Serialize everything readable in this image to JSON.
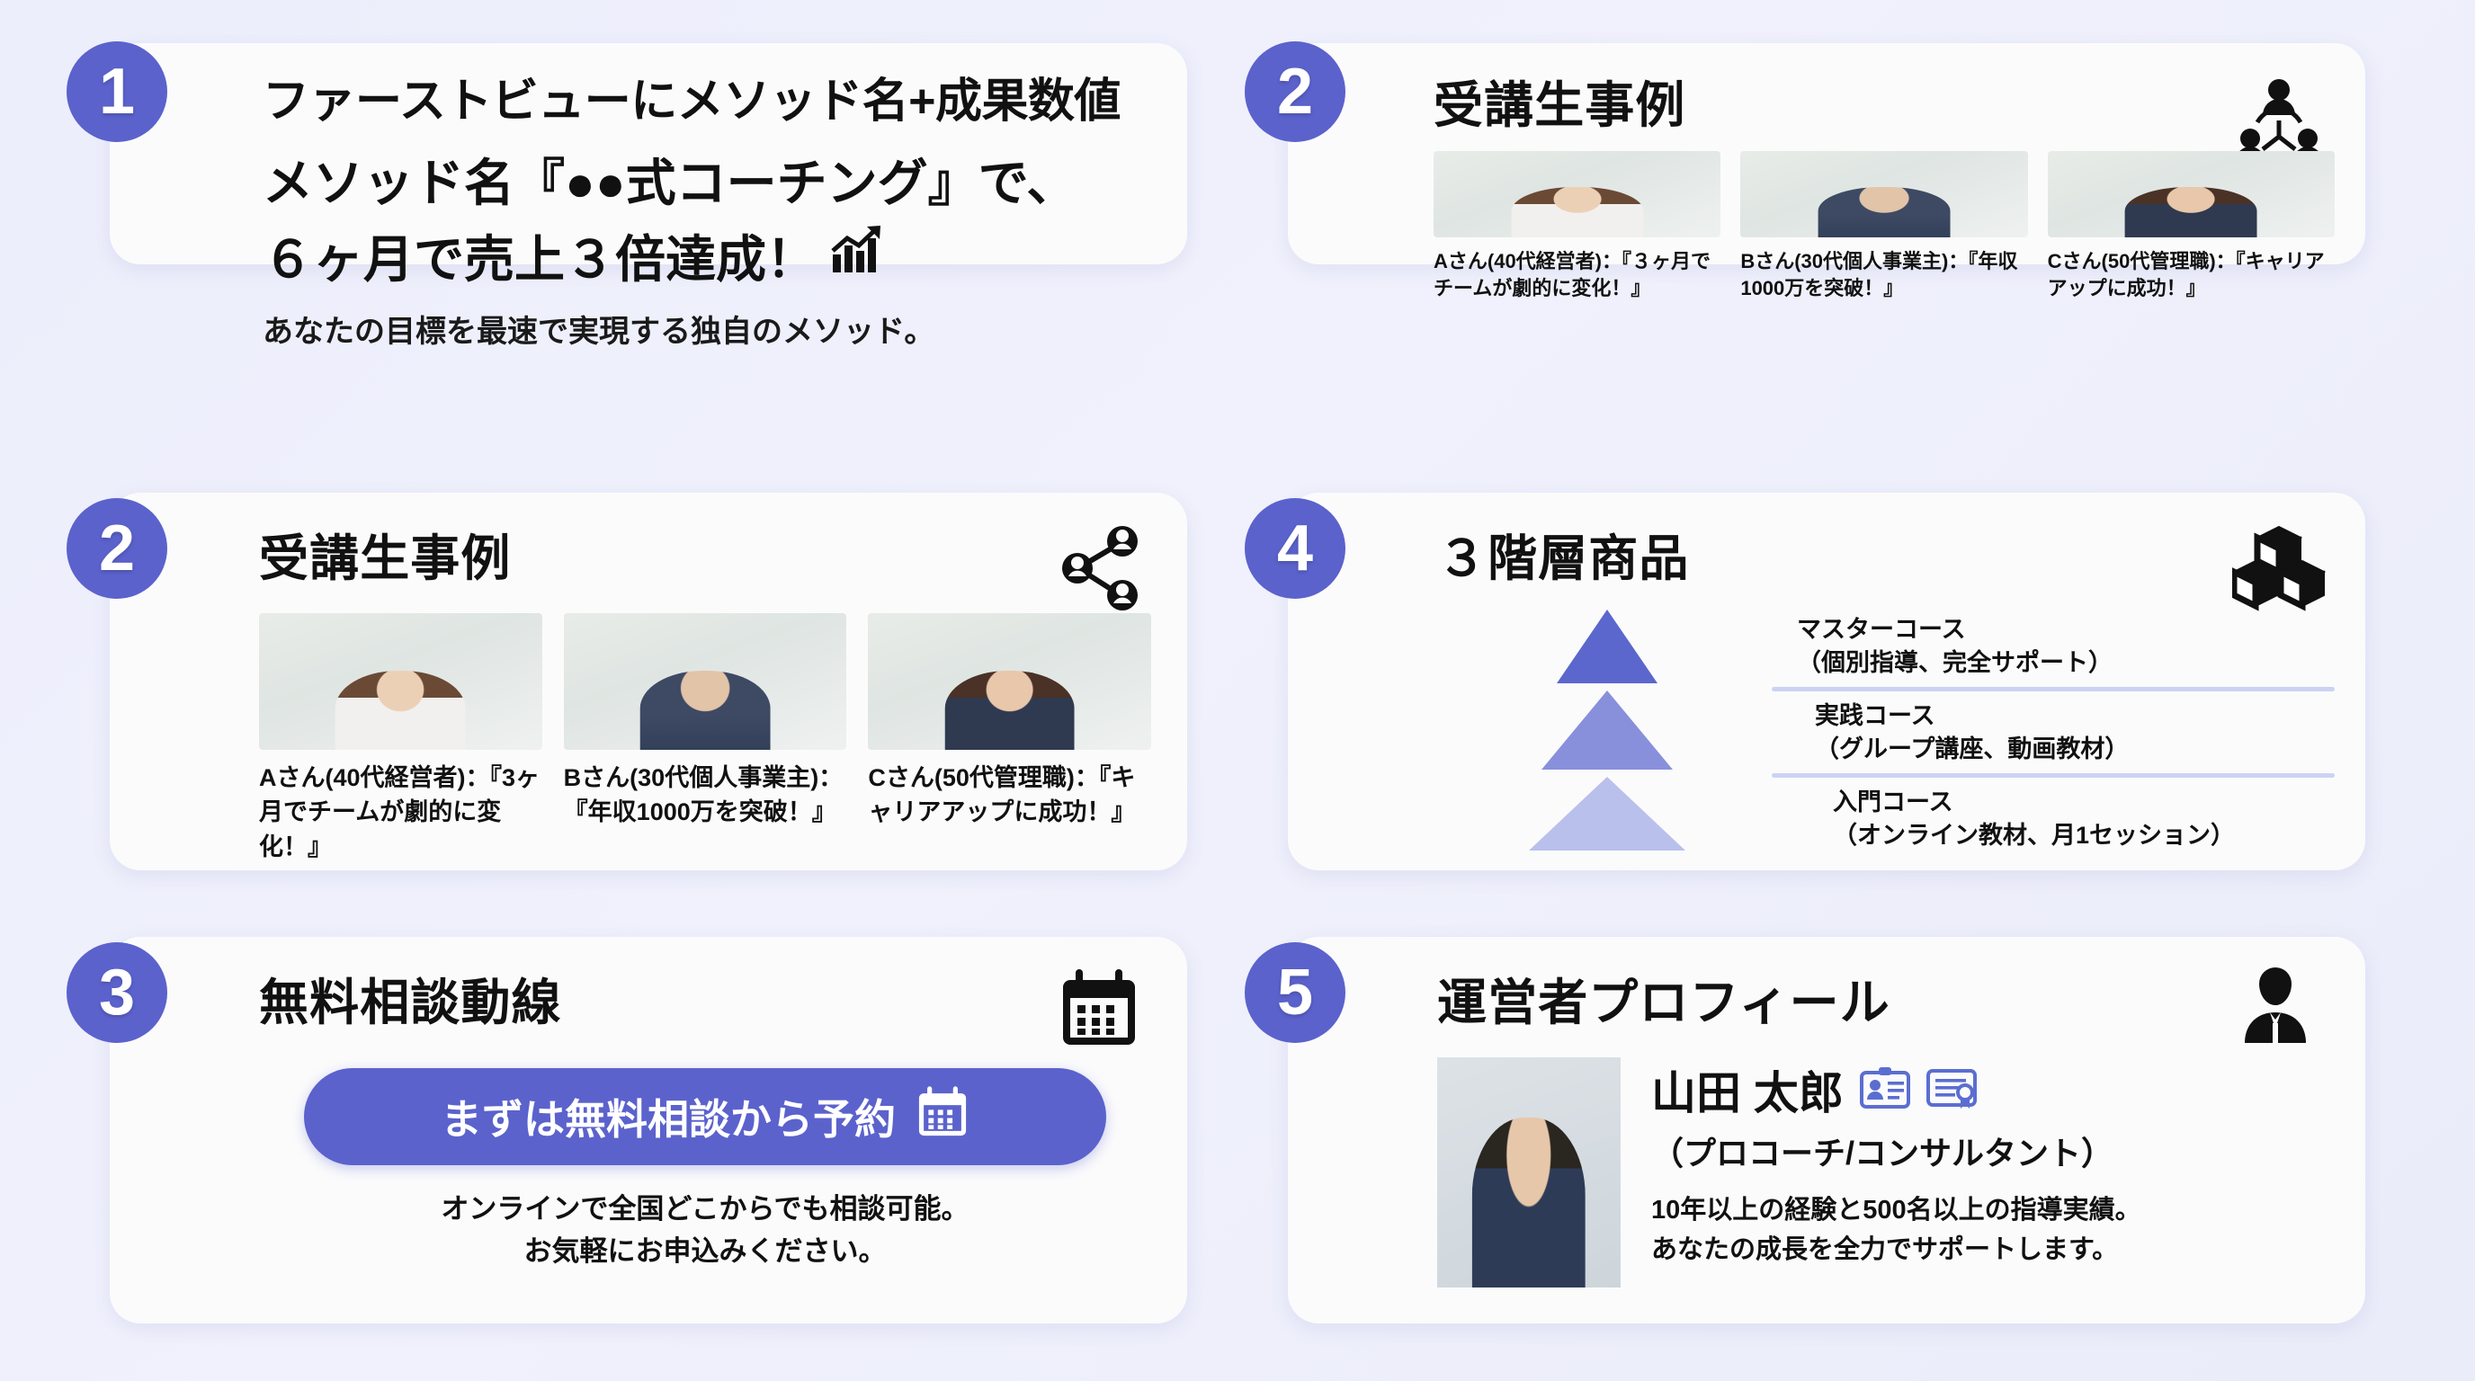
{
  "theme": {
    "background": "#eef0fb",
    "card_bg": "#fbfbfc",
    "accent": "#5b62cc",
    "pyramid_top": "#5b67cc",
    "pyramid_mid": "#8890dc",
    "pyramid_bottom": "#b9c0ec",
    "divider": "#ccd3f2",
    "icon_blue": "#5b6ed0"
  },
  "cards": {
    "first_view": {
      "number": "1",
      "headline": "ファーストビューにメソッド名+成果数値",
      "line2": "メソッド名『●●式コーチング』で、",
      "line3": "６ヶ月で売上３倍達成！",
      "line3_icon": "growth-chart-icon",
      "subtitle": "あなたの目標を最速で実現する独自のメソッド。"
    },
    "students_top": {
      "number": "2",
      "title": "受講生事例",
      "icon": "people-network-icon",
      "testimonials": [
        {
          "caption": "Aさん(40代経営者)：『３ヶ月でチームが劇的に変化！』"
        },
        {
          "caption": "Bさん(30代個人事業主)：『年収1000万を突破！』"
        },
        {
          "caption": "Cさん(50代管理職)：『キャリアアップに成功！』"
        }
      ]
    },
    "students_mid": {
      "number": "2",
      "title": "受講生事例",
      "icon": "share-network-icon",
      "testimonials": [
        {
          "caption": "Aさん(40代経営者)：『3ヶ月でチームが劇的に変化！』"
        },
        {
          "caption": "Bさん(30代個人事業主)：『年収1000万を突破！』"
        },
        {
          "caption": "Cさん(50代管理職)：『キャリアアップに成功！』"
        }
      ]
    },
    "tiers": {
      "number": "4",
      "title": "３階層商品",
      "icon": "boxes-icon",
      "levels": [
        {
          "name": "マスターコース",
          "detail": "（個別指導、完全サポート）"
        },
        {
          "name": "実践コース",
          "detail": "（グループ講座、動画教材）"
        },
        {
          "name": "入門コース",
          "detail": "（オンライン教材、月1セッション）"
        }
      ]
    },
    "consult": {
      "number": "3",
      "title": "無料相談動線",
      "icon": "calendar-icon",
      "cta_label": "まずは無料相談から予約",
      "cta_icon": "calendar-icon",
      "note_line1": "オンラインで全国どこからでも相談可能。",
      "note_line2": "お気軽にお申込みください。"
    },
    "profile": {
      "number": "5",
      "title": "運営者プロフィール",
      "icon": "businessman-icon",
      "name": "山田 太郎",
      "name_icons": [
        "id-card-icon",
        "certificate-icon"
      ],
      "role": "（プロコーチ/コンサルタント）",
      "desc_line1": "10年以上の経験と500名以上の指導実績。",
      "desc_line2": "あなたの成長を全力でサポートします。"
    }
  }
}
